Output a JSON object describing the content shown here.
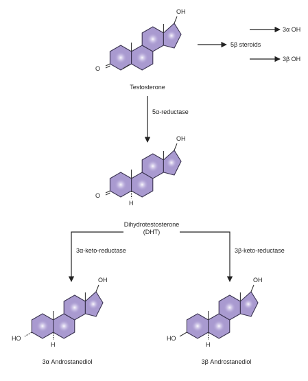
{
  "molecules": {
    "testosterone": {
      "name": "Testosterone",
      "oh": "OH",
      "o": "O"
    },
    "dht": {
      "name": "Dihydrotestosterone",
      "abbr": "(DHT)",
      "oh": "OH",
      "o": "O",
      "h": "H"
    },
    "andro_3a": {
      "name": "3α Androstanediol",
      "oh17": "OH",
      "oh3": "HO",
      "h": "H"
    },
    "andro_3b": {
      "name": "3β Androstanediol",
      "oh17": "OH",
      "oh3": "HO",
      "h": "H"
    }
  },
  "reactions": {
    "five_beta": "5β steroids",
    "three_alpha_oh": "3α OH",
    "three_beta_oh": "3β OH",
    "five_alpha_reductase": "5α-reductase",
    "three_alpha_keto_reductase": "3α-keto-reductase",
    "three_beta_keto_reductase": "3β-keto-reductase"
  },
  "colors": {
    "ring_fill": "#a99ad0",
    "ring_stroke": "#3a3350",
    "arrow": "#222222"
  }
}
